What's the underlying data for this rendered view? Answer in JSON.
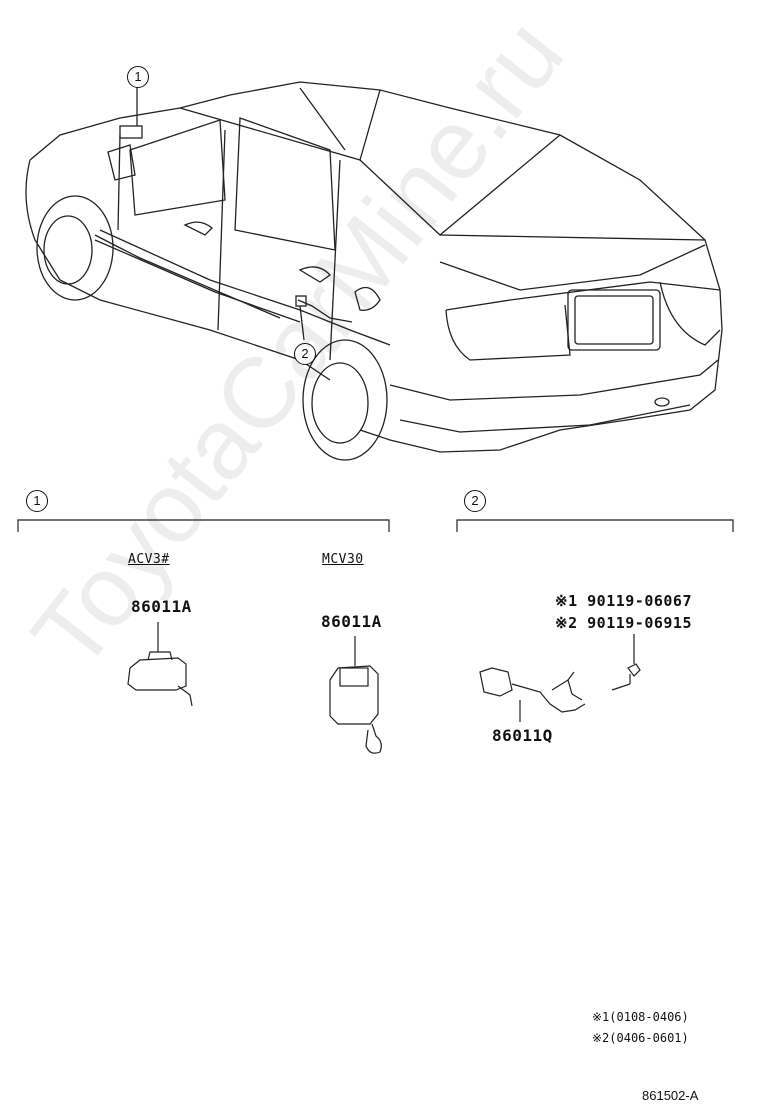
{
  "callouts": {
    "one": "1",
    "two": "2"
  },
  "section1": {
    "callout": "1",
    "variant_a": {
      "model": "ACV3#",
      "part_no": "86011A"
    },
    "variant_b": {
      "model": "MCV30",
      "part_no": "86011A"
    }
  },
  "section2": {
    "callout": "2",
    "bolt_1": "※1 90119-06067",
    "bolt_2": "※2 90119-06915",
    "sensor_part_no": "86011Q"
  },
  "notes": {
    "note_1": "※1(0108-0406)",
    "note_2": "※2(0406-0601)"
  },
  "figure_id": "861502-A",
  "watermark": "ToyotaCarMine.ru"
}
